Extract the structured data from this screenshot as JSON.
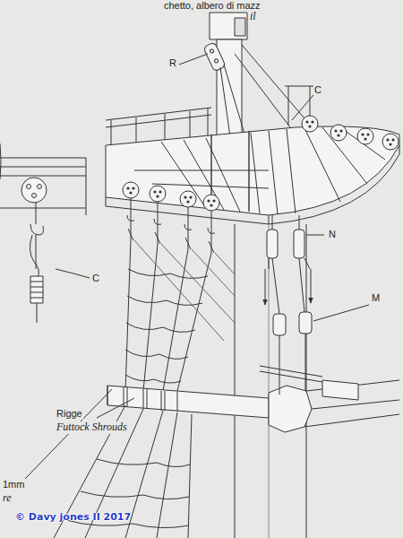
{
  "diagram": {
    "labels": [
      "chetto, albero di mazz",
      "il",
      "R",
      "C",
      "C",
      "N",
      "M",
      "Rigge",
      "Futtock Shrouds",
      "1mm",
      "re",
      "© Davy jones II 2017"
    ]
  }
}
